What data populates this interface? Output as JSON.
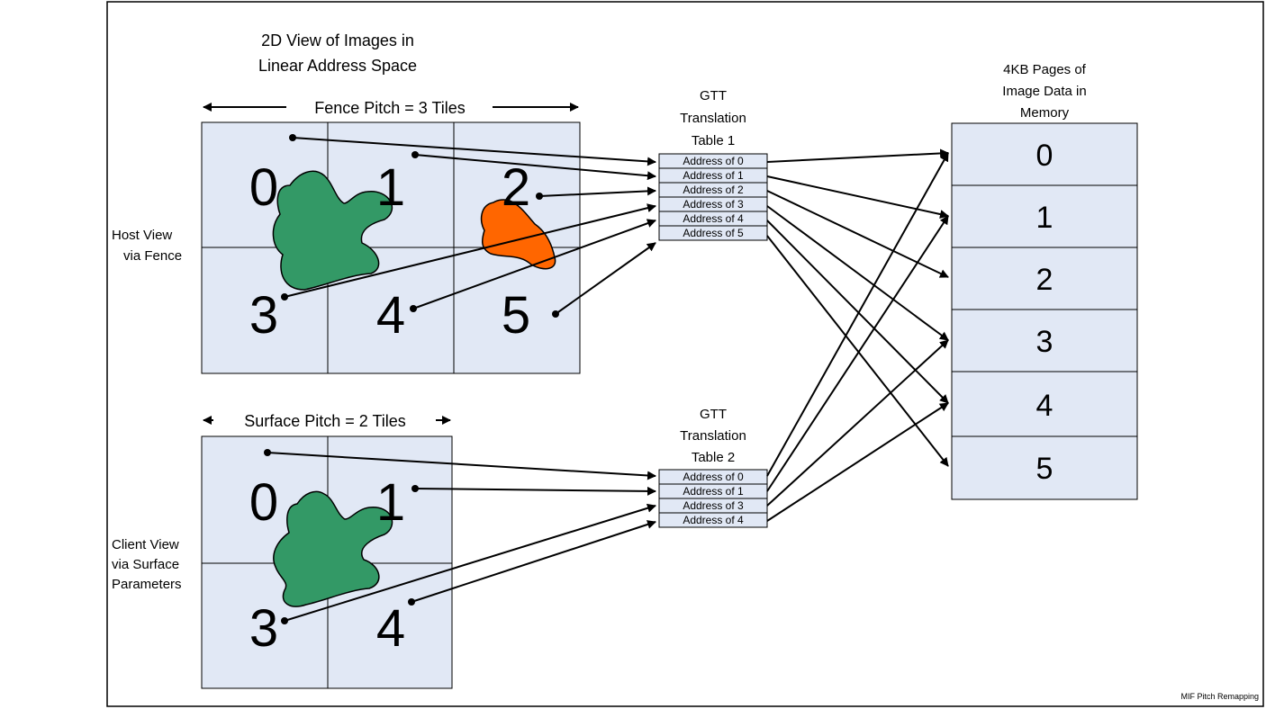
{
  "title": [
    "2D View of Images in",
    "Linear Address Space"
  ],
  "fence_pitch_label": "Fence Pitch = 3 Tiles",
  "surface_pitch_label": "Surface Pitch = 2 Tiles",
  "host_view_label": [
    "Host View",
    "via Fence"
  ],
  "client_view_label": [
    "Client View",
    "via Surface",
    "Parameters"
  ],
  "host_tiles": [
    "0",
    "1",
    "2",
    "3",
    "4",
    "5"
  ],
  "client_tiles": [
    "0",
    "1",
    "3",
    "4"
  ],
  "gtt1": {
    "title": [
      "GTT",
      "Translation",
      "Table 1"
    ],
    "rows": [
      "Address of 0",
      "Address of 1",
      "Address of 2",
      "Address of 3",
      "Address of 4",
      "Address of 5"
    ]
  },
  "gtt2": {
    "title": [
      "GTT",
      "Translation",
      "Table 2"
    ],
    "rows": [
      "Address of 0",
      "Address of 1",
      "Address of 3",
      "Address of 4"
    ]
  },
  "pages_title": [
    "4KB Pages of",
    "Image Data in",
    "Memory"
  ],
  "pages": [
    "0",
    "1",
    "2",
    "3",
    "4",
    "5"
  ],
  "footer": "MIF Pitch Remapping",
  "colors": {
    "tile_fill": "#e1e8f5",
    "blob_green": "#339966",
    "blob_orange": "#ff6600"
  }
}
